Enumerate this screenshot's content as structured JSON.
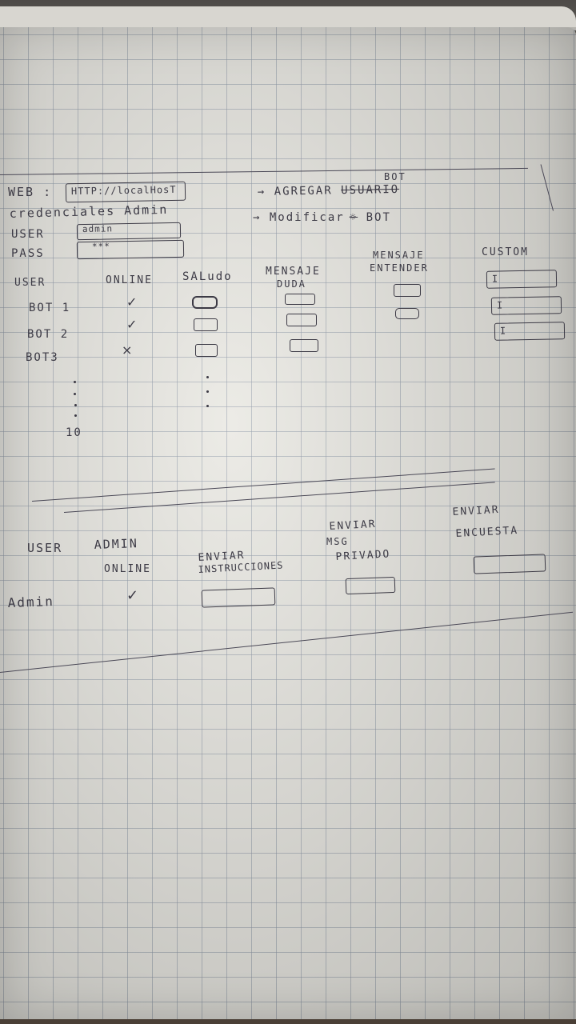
{
  "config": {
    "web_label": "WEB :",
    "web_value": "HTTP://localHosT",
    "credentials_label": "credenciales Admin",
    "user_label": "USER",
    "user_value": "admin",
    "pass_label": "PASS",
    "pass_value": "***"
  },
  "actions": {
    "add_prefix": "→ AGREGAR",
    "add_struck": "USUARIO",
    "add_insert": "BOT",
    "modify_prefix": "→ Modificar",
    "modify_target": "BOT"
  },
  "bots_table": {
    "headers": {
      "user": "USER",
      "online": "ONLINE",
      "saludo": "SALudo",
      "mensaje_duda": [
        "MENSAJE",
        "DUDA"
      ],
      "mensaje_entender": [
        "MENSAJE",
        "ENTENDER"
      ],
      "custom": "CUSTOM"
    },
    "rows": [
      {
        "user": "BOT 1",
        "online": "✓"
      },
      {
        "user": "BOT 2",
        "online": "✓"
      },
      {
        "user": "BOT3",
        "online": "×"
      }
    ],
    "last_row": "10",
    "input_placeholder": "I"
  },
  "admin_table": {
    "headers": {
      "user": "USER",
      "admin": "ADMIN",
      "online": "ONLINE",
      "enviar_instrucciones": [
        "ENVIAR",
        "INSTRUCCIONES"
      ],
      "enviar_msg_privado": [
        "ENVIAR",
        "MSG",
        "PRIVADO"
      ],
      "enviar_encuesta": [
        "ENVIAR",
        "ENCUESTA"
      ]
    },
    "rows": [
      {
        "user": "Admin",
        "online": "✓"
      }
    ]
  }
}
